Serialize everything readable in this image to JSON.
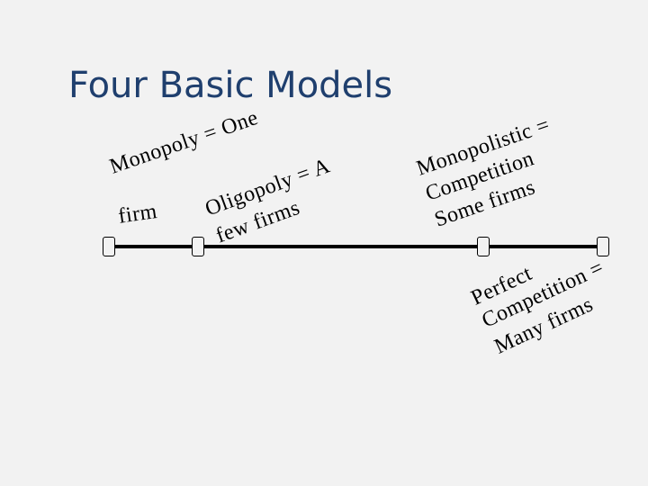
{
  "title": "Four Basic Models",
  "labels": {
    "monopoly_line1": "Monopoly = One",
    "monopoly_line2": "firm",
    "oligopoly_line1": "Oligopoly = A",
    "oligopoly_line2": "few firms",
    "monopolistic_line1": "Monopolistic =",
    "monopolistic_line2": "Competition",
    "monopolistic_line3": "Some firms",
    "perfect_line1": "Perfect",
    "perfect_line2": "Competition =",
    "perfect_line3": "Many firms"
  }
}
